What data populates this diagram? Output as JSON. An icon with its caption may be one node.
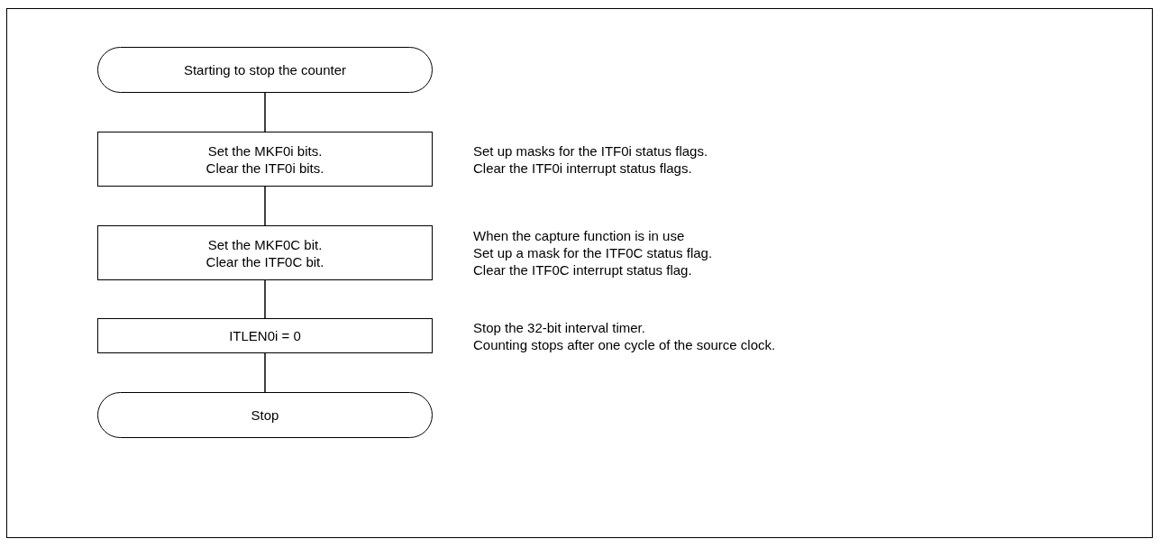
{
  "diagram": {
    "nodes": [
      {
        "text": [
          "Starting to stop the counter"
        ]
      },
      {
        "text": [
          "Set the MKF0i bits.",
          "Clear the ITF0i bits."
        ],
        "beside": [
          "Set up masks for the ITF0i status flags.",
          "Clear the ITF0i interrupt status flags."
        ]
      },
      {
        "text": [
          "Set the MKF0C bit.",
          "Clear the ITF0C bit."
        ],
        "beside": [
          "When the capture function is in use",
          "Set up a mask for the ITF0C status flag.",
          "Clear the ITF0C interrupt status flag."
        ]
      },
      {
        "text": [
          "ITLEN0i = 0"
        ],
        "beside": [
          "Stop the 32-bit interval timer.",
          "Counting stops after one cycle of the source clock."
        ]
      },
      {
        "text": [
          "Stop"
        ]
      }
    ],
    "edges": [
      {
        "from": 0,
        "to": 1,
        "arrow": "none"
      },
      {
        "from": 1,
        "to": 2,
        "arrow": "none"
      },
      {
        "from": 2,
        "to": 3,
        "arrow": "none"
      },
      {
        "from": 3,
        "to": 4,
        "arrow": "none"
      }
    ]
  }
}
